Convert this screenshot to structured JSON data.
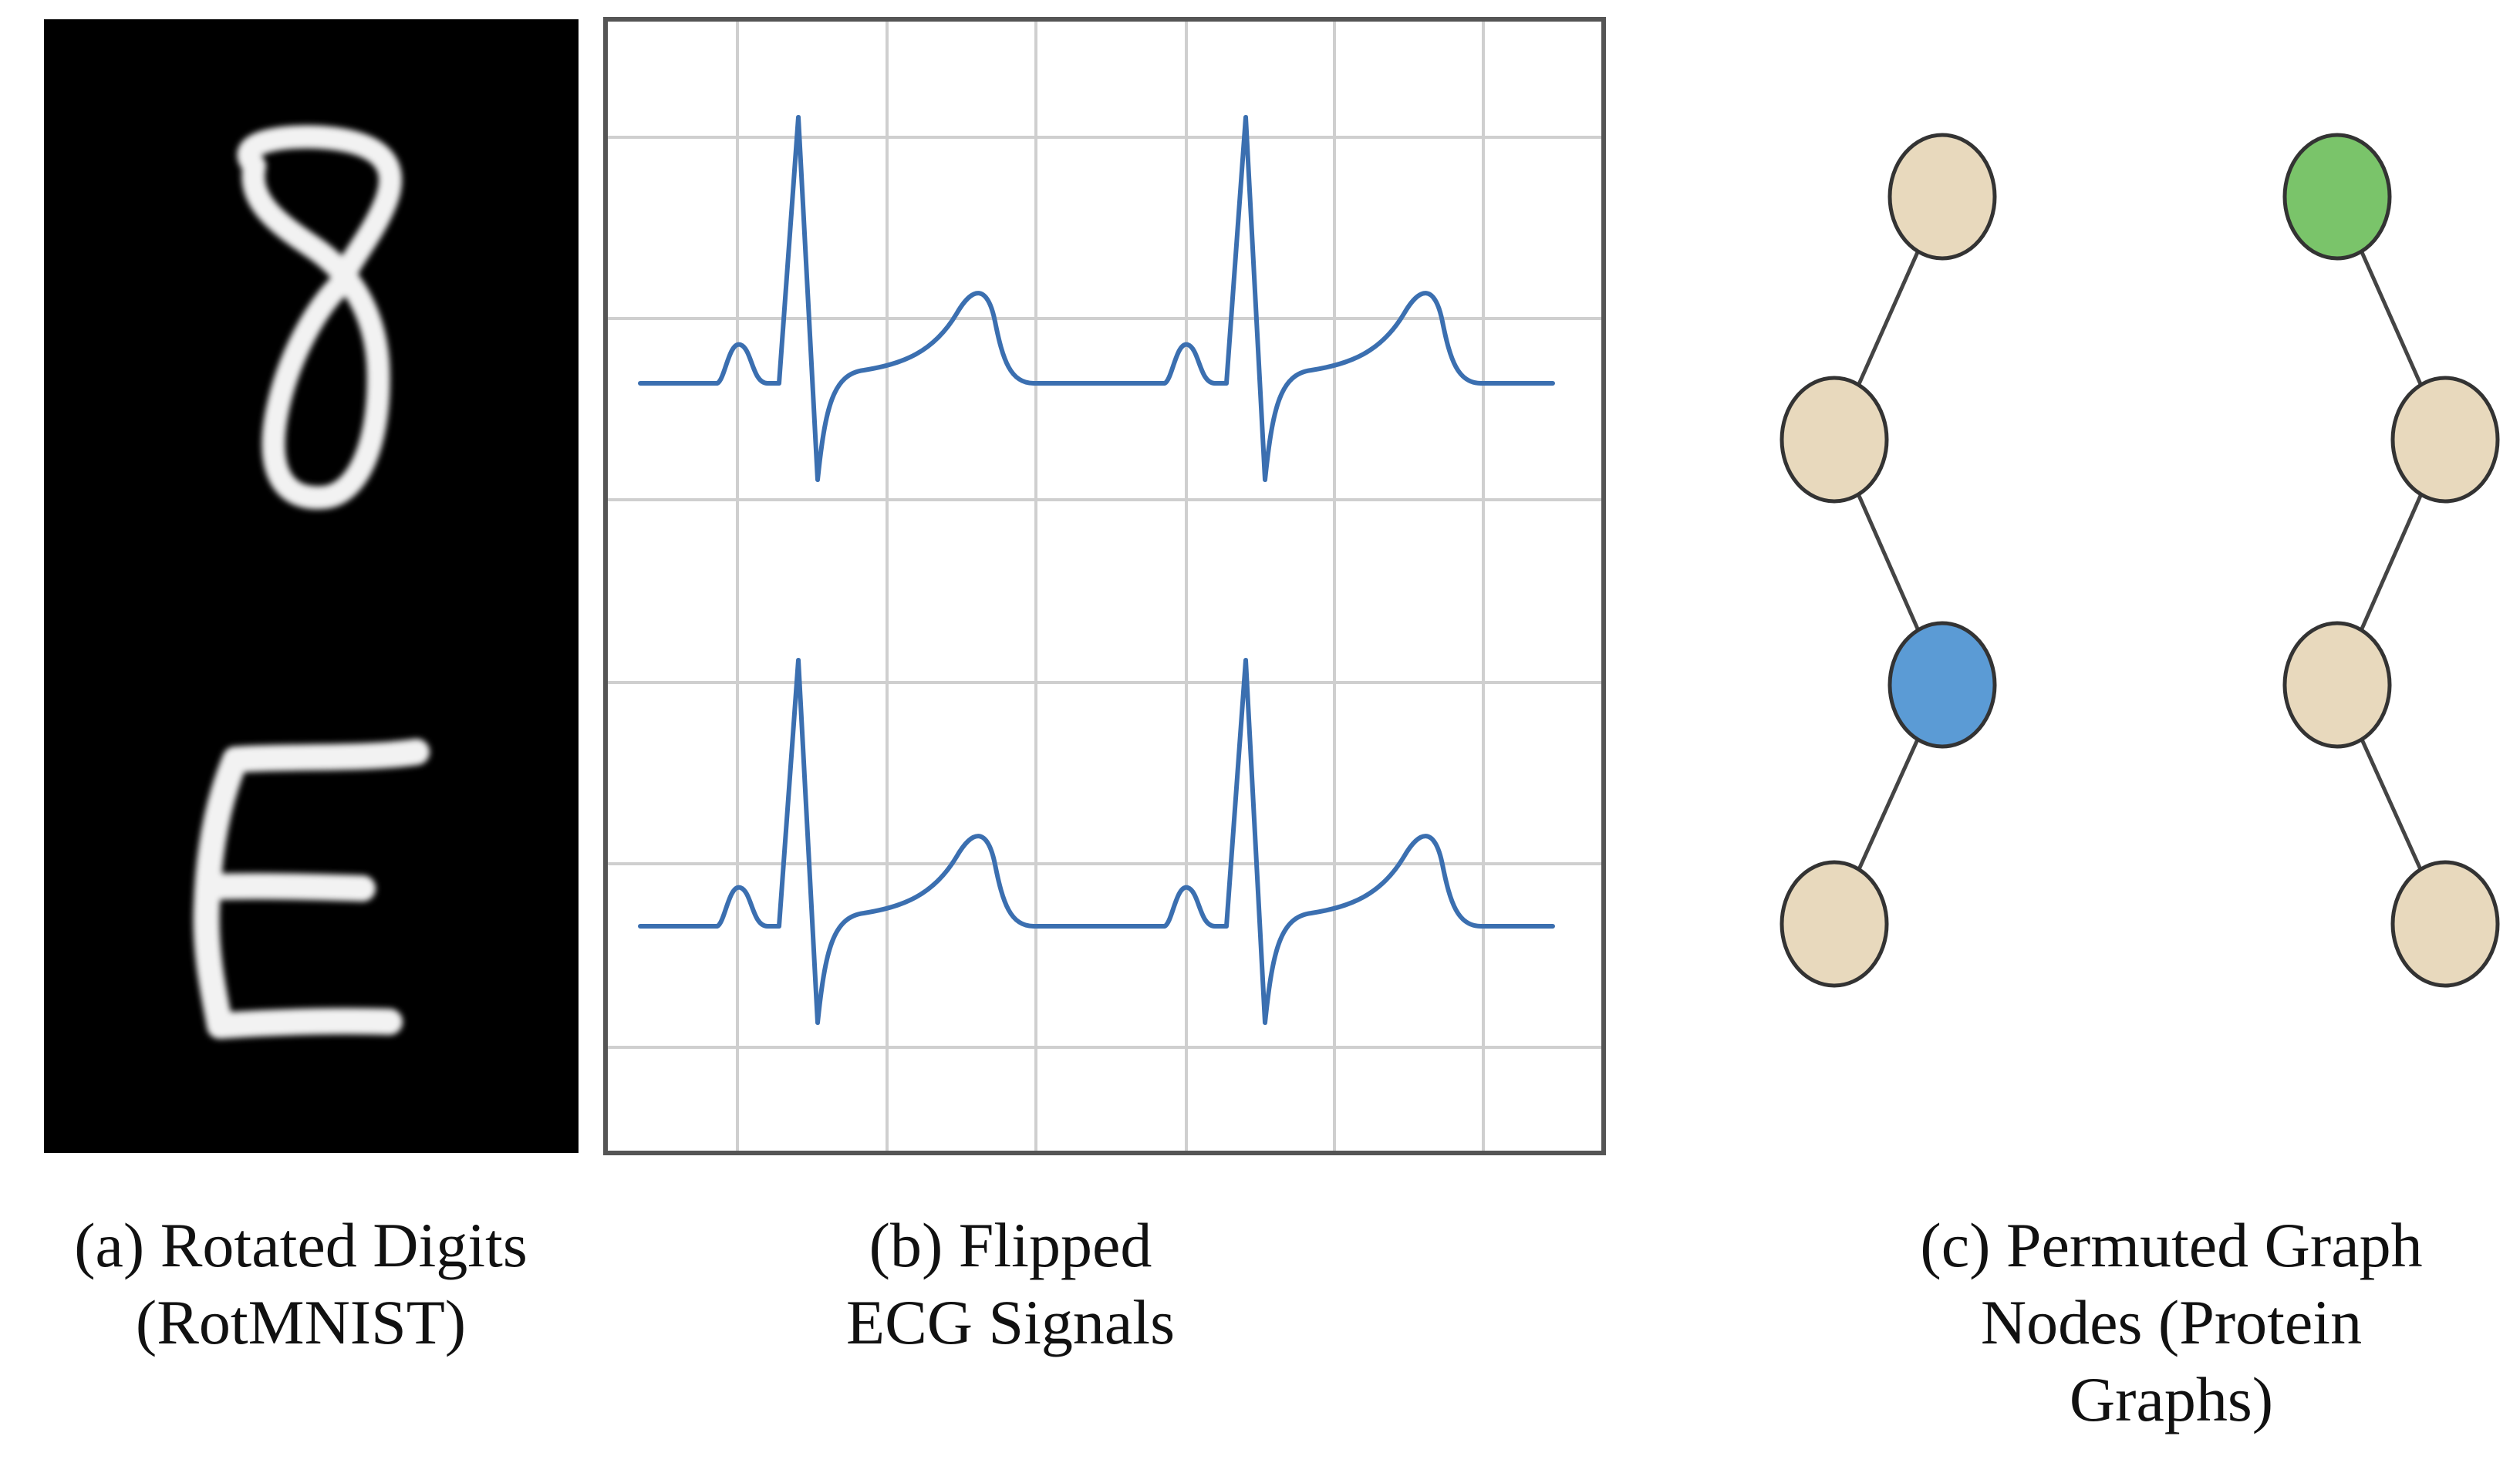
{
  "panels": {
    "a": {
      "glyphs": [
        "8",
        "E"
      ],
      "caption_lines": [
        "(a) Rotated Digits",
        "(RotMNIST)"
      ]
    },
    "b": {
      "caption_lines": [
        "(b) Flipped",
        "ECG Signals"
      ]
    },
    "c": {
      "caption_lines": [
        "(c) Permuted Graph",
        "Nodes (Protein",
        "Graphs)"
      ]
    }
  },
  "colors": {
    "panel_a_background": "#000000",
    "digit": "#f2f2f2",
    "grid_line": "#cfcfcf",
    "frame": "#555555",
    "ecg_line": "#3b6fb0",
    "node_default": "#e8d9bd",
    "node_blue": "#5b9bd5",
    "node_green": "#7ac46a",
    "node_stroke": "#333333",
    "edge": "#444444"
  },
  "graphs": [
    {
      "nodes": [
        {
          "fill": "node_default"
        },
        {
          "fill": "node_default"
        },
        {
          "fill": "node_blue"
        },
        {
          "fill": "node_default"
        }
      ]
    },
    {
      "nodes": [
        {
          "fill": "node_green"
        },
        {
          "fill": "node_default"
        },
        {
          "fill": "node_default"
        },
        {
          "fill": "node_default"
        }
      ]
    }
  ]
}
